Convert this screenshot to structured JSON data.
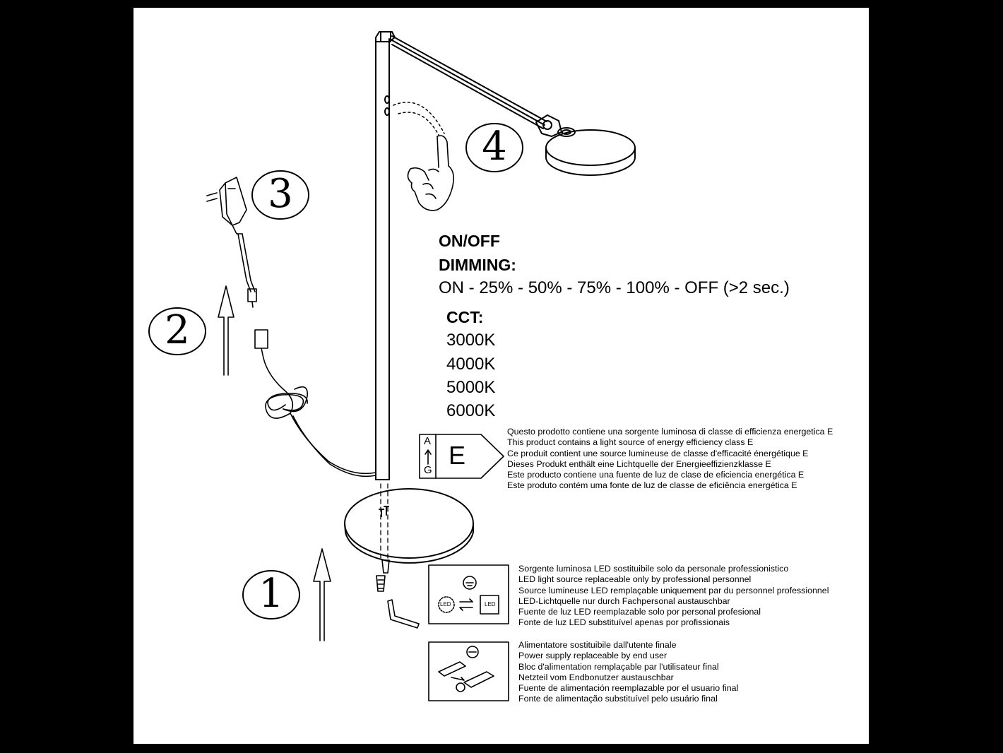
{
  "steps": [
    "1",
    "2",
    "3",
    "4"
  ],
  "controls": {
    "onoff": "ON/OFF",
    "dimming": "DIMMING:",
    "sequence": "ON - 25% - 50% - 75% - 100% - OFF (>2 sec.)"
  },
  "cct": {
    "heading": "CCT:",
    "values": [
      "3000K",
      "4000K",
      "5000K",
      "6000K"
    ]
  },
  "energy_label": {
    "scale_top": "A",
    "scale_bottom": "G",
    "class": "E",
    "lines": [
      "Questo prodotto contiene una sorgente luminosa di classe di efficienza energetica E",
      "This product contains a light source of energy efficiency class E",
      "Ce produit contient une source lumineuse de classe d'efficacité énergétique E",
      "Dieses Produkt enthält eine Lichtquelle der Energieeffizienzklasse E",
      "Este producto contiene una fuente de luz de clase de eficiencia energética E",
      "Este produto contém uma fonte de luz de classe de eficiência energética E"
    ]
  },
  "led_notice": {
    "icon_text": "LED",
    "lines": [
      "Sorgente luminosa LED sostituibile solo da personale professionistico",
      "LED light source replaceable only by professional personnel",
      "Source lumineuse LED remplaçable uniquement par du personnel professionnel",
      "LED-Lichtquelle nur durch Fachpersonal austauschbar",
      "Fuente de luz LED reemplazable solo por personal profesional",
      "Fonte de luz LED substituível apenas por profissionais"
    ]
  },
  "power_notice": {
    "lines": [
      "Alimentatore sostituibile dall'utente finale",
      "Power supply replaceable by end user",
      "Bloc d'alimentation remplaçable par l'utilisateur final",
      "Netzteil vom Endbonutzer austauschbar",
      "Fuente de alimentación reemplazable por el usuario final",
      "Fonte de alimentação substituível pelo usuário final"
    ]
  }
}
